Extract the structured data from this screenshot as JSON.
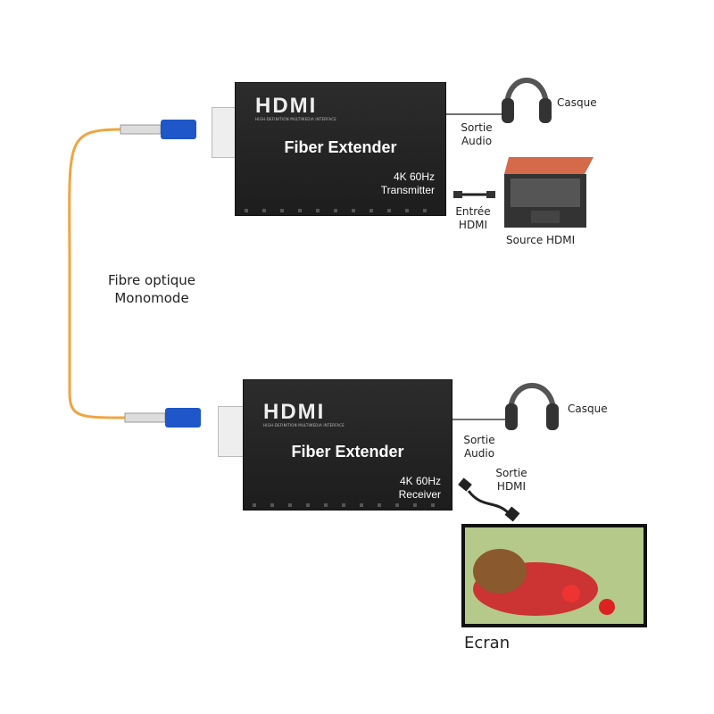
{
  "transmitter": {
    "logo": "HDMI",
    "tagline": "HIGH-DEFINITION MULTIMEDIA INTERFACE",
    "title": "Fiber Extender",
    "spec": "4K 60Hz",
    "role": "Transmitter"
  },
  "receiver": {
    "logo": "HDMI",
    "tagline": "HIGH-DEFINITION MULTIMEDIA INTERFACE",
    "title": "Fiber Extender",
    "spec": "4K 60Hz",
    "role": "Receiver"
  },
  "fibre": {
    "line1": "Fibre optique",
    "line2": "Monomode",
    "color": "#f0a540"
  },
  "top_side": {
    "headphones": "Casque",
    "audio_out_1": "Sortie",
    "audio_out_2": "Audio",
    "hdmi_in_1": "Entrée",
    "hdmi_in_2": "HDMI",
    "source": "Source HDMI"
  },
  "bottom_side": {
    "headphones": "Casque",
    "audio_out_1": "Sortie",
    "audio_out_2": "Audio",
    "hdmi_out_1": "Sortie",
    "hdmi_out_2": "HDMI",
    "screen": "Ecran"
  },
  "colors": {
    "connector": "#1f56c8",
    "device": "#222222"
  }
}
